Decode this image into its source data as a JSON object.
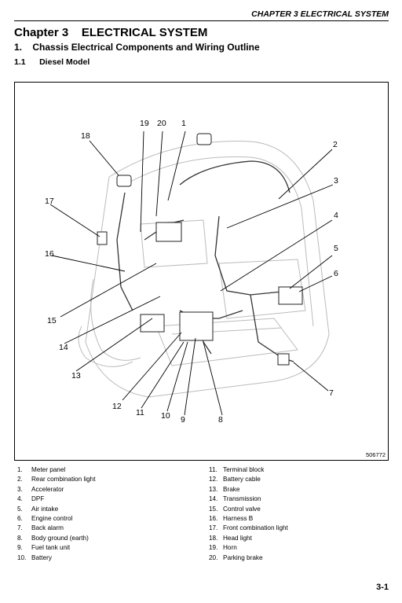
{
  "header": {
    "chapter_tag": "CHAPTER 3 ELECTRICAL SYSTEM"
  },
  "titles": {
    "chapter": "Chapter 3    ELECTRICAL SYSTEM",
    "section": "1.    Chassis Electrical Components and Wiring Outline",
    "subsection": "1.1      Diesel Model"
  },
  "figure": {
    "id": "506772",
    "callouts": [
      "1",
      "2",
      "3",
      "4",
      "5",
      "6",
      "7",
      "8",
      "9",
      "10",
      "11",
      "12",
      "13",
      "14",
      "15",
      "16",
      "17",
      "18",
      "19",
      "20"
    ]
  },
  "legend_left": [
    {
      "num": "1.",
      "label": "Meter panel"
    },
    {
      "num": "2.",
      "label": "Rear combination light"
    },
    {
      "num": "3.",
      "label": "Accelerator"
    },
    {
      "num": "4.",
      "label": "DPF"
    },
    {
      "num": "5.",
      "label": "Air intake"
    },
    {
      "num": "6.",
      "label": "Engine control"
    },
    {
      "num": "7.",
      "label": "Back alarm"
    },
    {
      "num": "8.",
      "label": "Body ground (earth)"
    },
    {
      "num": "9.",
      "label": "Fuel tank unit"
    },
    {
      "num": "10.",
      "label": "Battery"
    }
  ],
  "legend_right": [
    {
      "num": "11.",
      "label": "Terminal block"
    },
    {
      "num": "12.",
      "label": "Battery cable"
    },
    {
      "num": "13.",
      "label": "Brake"
    },
    {
      "num": "14.",
      "label": "Transmission"
    },
    {
      "num": "15.",
      "label": "Control valve"
    },
    {
      "num": "16.",
      "label": "Harness B"
    },
    {
      "num": "17.",
      "label": "Front combination light"
    },
    {
      "num": "18.",
      "label": "Head light"
    },
    {
      "num": "19.",
      "label": "Horn"
    },
    {
      "num": "20.",
      "label": "Parking brake"
    }
  ],
  "page_number": "3-1"
}
